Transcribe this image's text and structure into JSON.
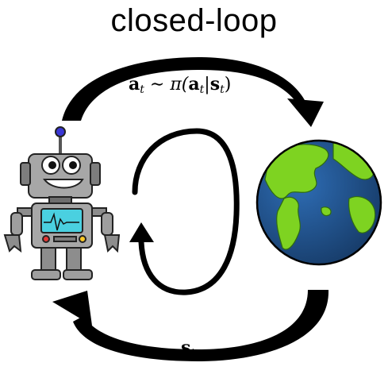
{
  "title": "closed-loop",
  "action_label": {
    "bold": "a",
    "sub": "t",
    "tilde": " ∼ ",
    "policy": "π(",
    "bold2": "a",
    "sub2": "t",
    "bar": "|",
    "bold3": "s",
    "sub3": "t",
    "close": ")"
  },
  "state_label": {
    "bold": "s",
    "sub": "t"
  },
  "icons": [
    "robot-icon",
    "earth-globe-icon",
    "loop-arrow-icon",
    "action-arrow-icon",
    "observation-arrow-icon"
  ],
  "colors": {
    "arrow": "#000000",
    "ocean": "#1f4f8a",
    "land": "#7ed321",
    "robot_body": "#9e9e9e",
    "screen": "#4ad0e0"
  }
}
